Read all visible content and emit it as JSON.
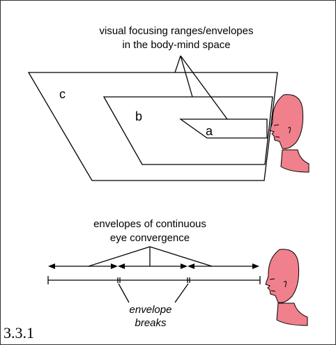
{
  "figure_number": "3.3.1",
  "top_diagram": {
    "caption_line1": "visual focusing ranges/envelopes",
    "caption_line2": "in the body-mind space",
    "range_labels": {
      "c": "c",
      "b": "b",
      "a": "a"
    }
  },
  "bottom_diagram": {
    "caption_line1": "envelopes of continuous",
    "caption_line2": "eye convergence",
    "breaks_label_line1": "envelope",
    "breaks_label_line2": "breaks"
  },
  "colors": {
    "skin": "#f0808c",
    "ink": "#000000"
  }
}
